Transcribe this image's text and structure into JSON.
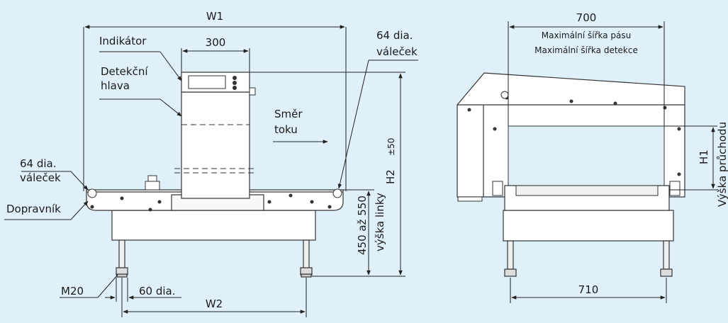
{
  "front_view": {
    "dimensions": {
      "w1": "W1",
      "w2": "W2",
      "width_300": "300",
      "h2": "H2",
      "h2_tol": "±50",
      "line_height": "450 až 550",
      "line_height_label": "výška linky",
      "foot_dia": "60 dia.",
      "thread": "M20"
    },
    "callouts": {
      "indicator": "Indikátor",
      "head_line1": "Detekční",
      "head_line2": "hlava",
      "roller_right_line1": "64 dia.",
      "roller_right_line2": "váleček",
      "roller_left_line1": "64 dia.",
      "roller_left_line2": "váleček",
      "conveyor": "Dopravník",
      "flow_line1": "Směr",
      "flow_line2": "toku"
    }
  },
  "side_view": {
    "dimensions": {
      "width_700": "700",
      "belt_width": "Maximální šířka pásu",
      "detect_width": "Maximální šířka detekce",
      "h1": "H1",
      "pass_height": "Výška průchodu",
      "width_710": "710"
    }
  },
  "colors": {
    "background": "#e0f0fa",
    "frame": "#ffffff",
    "line": "#222222"
  }
}
